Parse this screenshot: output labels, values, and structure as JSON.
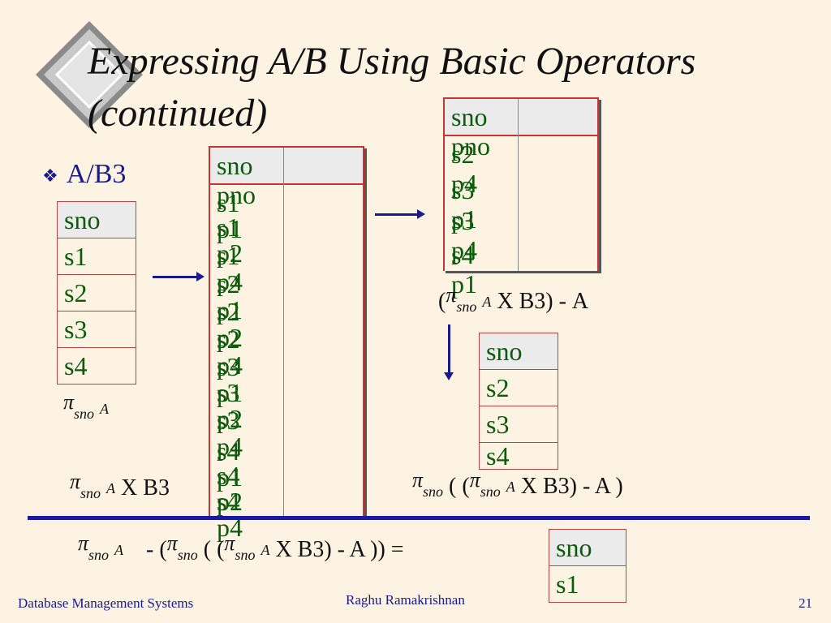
{
  "slide": {
    "title": "Expressing A/B Using Basic Operators (continued)",
    "bullet": "A/B3",
    "bullet_icon": "diamond-bullet-icon"
  },
  "table_a": {
    "header": "sno",
    "rows": [
      "s1",
      "s2",
      "s3",
      "s4"
    ]
  },
  "table_cross": {
    "headers": [
      "sno",
      "pno"
    ],
    "rows": [
      [
        "s1",
        "p1"
      ],
      [
        "s1",
        "p2"
      ],
      [
        "s1",
        "p4"
      ],
      [
        "s2",
        "p1"
      ],
      [
        "s2",
        "p2"
      ],
      [
        "s2",
        "p4"
      ],
      [
        "s3",
        "p1"
      ],
      [
        "s3",
        "p2"
      ],
      [
        "s3",
        "p4"
      ],
      [
        "s4",
        "p1"
      ],
      [
        "s4",
        "p2"
      ],
      [
        "s4",
        "p4"
      ]
    ]
  },
  "table_diff": {
    "headers": [
      "sno",
      "pno"
    ],
    "rows": [
      [
        "s2",
        "p4"
      ],
      [
        "s3",
        "p1"
      ],
      [
        "s3",
        "p4"
      ],
      [
        "s4",
        "p1"
      ]
    ]
  },
  "table_proj_diff": {
    "header": "sno",
    "rows": [
      "s2",
      "s3",
      "s4"
    ]
  },
  "table_result": {
    "header": "sno",
    "rows": [
      "s1"
    ]
  },
  "formulas": {
    "pi": "π",
    "sno": "sno",
    "A": "A",
    "f2_rest": "X B3",
    "f3_open": "(",
    "f3_rest": "X B3) - A",
    "f4_open": "( (",
    "f4_rest": "X B3) - A  )",
    "f5_mid": "-  (",
    "f5_open": "( (",
    "f5_rest": "X B3) - A  ))  ="
  },
  "footer": {
    "left": "Database Management Systems",
    "center": "Raghu Ramakrishnan",
    "page": "21"
  }
}
